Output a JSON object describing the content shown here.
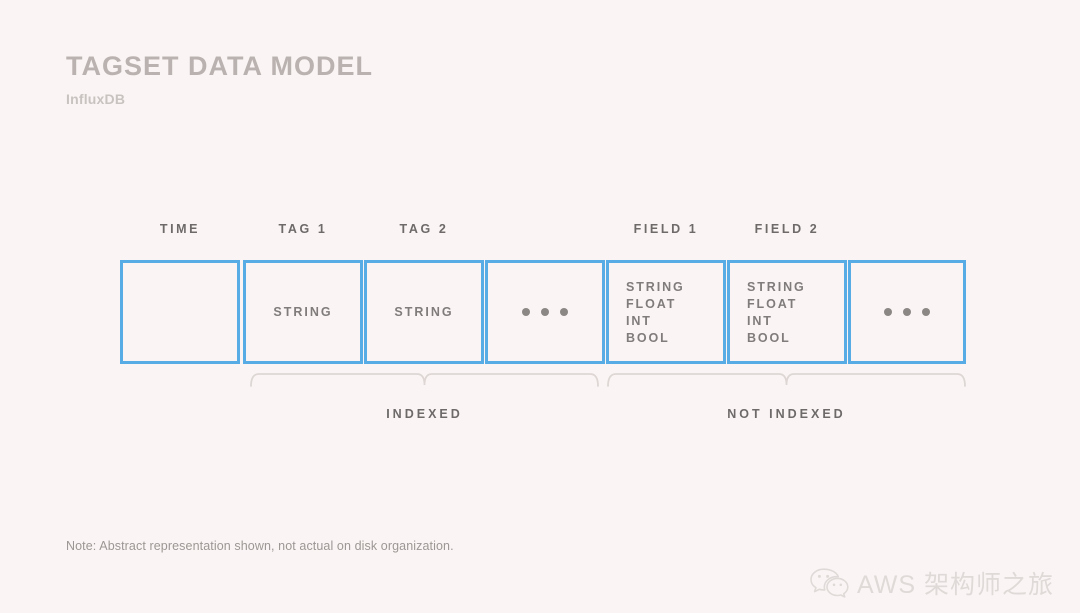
{
  "slide": {
    "title": "TAGSET DATA MODEL",
    "subtitle": "InfluxDB",
    "footnote": "Note: Abstract representation shown, not actual on disk organization.",
    "background_color": "#faf5f4",
    "accent_color": "#57ace6",
    "text_color": "#6d6a69"
  },
  "diagram": {
    "columns": [
      {
        "header": "TIME",
        "content_type": "empty",
        "values": []
      },
      {
        "header": "TAG 1",
        "content_type": "text",
        "values": [
          "STRING"
        ]
      },
      {
        "header": "TAG 2",
        "content_type": "text",
        "values": [
          "STRING"
        ]
      },
      {
        "header": "",
        "content_type": "dots",
        "values": []
      },
      {
        "header": "FIELD 1",
        "content_type": "stack",
        "values": [
          "STRING",
          "FLOAT",
          "INT",
          "BOOL"
        ]
      },
      {
        "header": "FIELD 2",
        "content_type": "stack",
        "values": [
          "STRING",
          "FLOAT",
          "INT",
          "BOOL"
        ]
      },
      {
        "header": "",
        "content_type": "dots",
        "values": []
      }
    ],
    "groups": [
      {
        "label": "INDEXED",
        "spans_columns": [
          "TAG 1",
          "TAG 2",
          "..."
        ]
      },
      {
        "label": "NOT INDEXED",
        "spans_columns": [
          "FIELD 1",
          "FIELD 2",
          "..."
        ]
      }
    ]
  },
  "watermark": {
    "icon": "wechat-icon",
    "text": "AWS 架构师之旅"
  }
}
